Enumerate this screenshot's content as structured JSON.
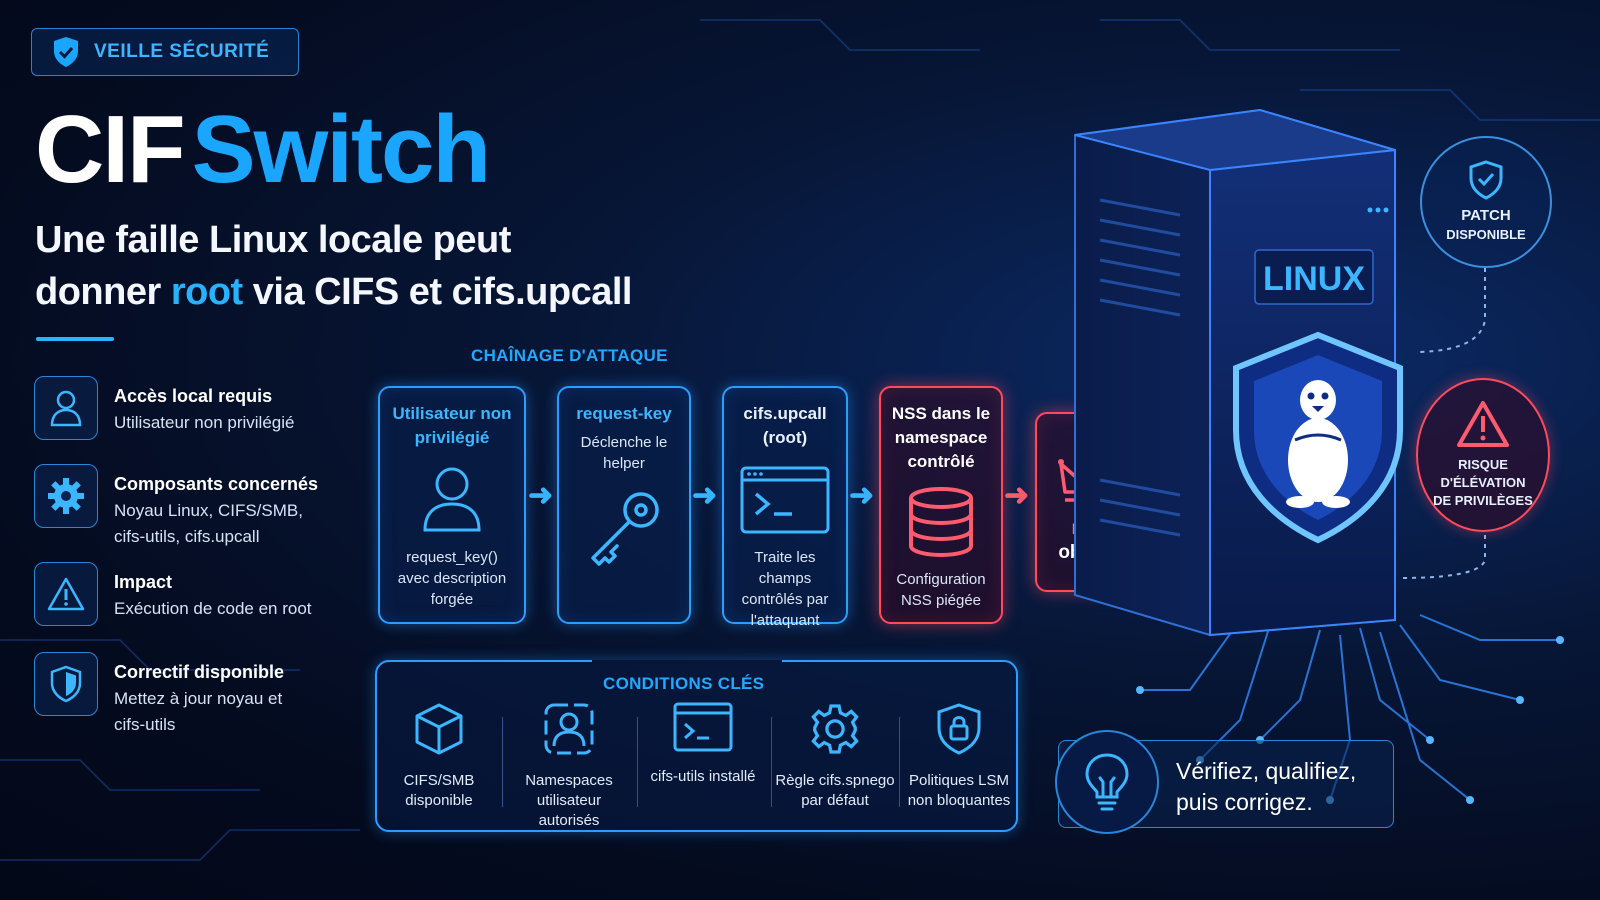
{
  "badge": {
    "icon": "shield-check-icon",
    "label": "VEILLE SÉCURITÉ"
  },
  "title": {
    "part1": "CIF",
    "part2": "Switch"
  },
  "subtitle": {
    "line1": "Une faille Linux locale peut",
    "line2_pre": "donner ",
    "line2_hl": "root",
    "line2_post": " via CIFS et cifs.upcall"
  },
  "features": [
    {
      "icon": "user-icon",
      "title": "Accès local requis",
      "desc": "Utilisateur non privilégié"
    },
    {
      "icon": "gear-icon",
      "title": "Composants concernés",
      "desc": "Noyau Linux, CIFS/SMB, cifs-utils, cifs.upcall"
    },
    {
      "icon": "warning-icon",
      "title": "Impact",
      "desc": "Exécution de code en root"
    },
    {
      "icon": "shield-icon",
      "title": "Correctif disponible",
      "desc": "Mettez à jour noyau et cifs-utils"
    }
  ],
  "chain": {
    "label": "CHAÎNAGE D'ATTAQUE",
    "steps": [
      {
        "title": "Utilisateur non privilégié",
        "icon": "user-icon",
        "desc": "request_key() avec description forgée"
      },
      {
        "title": "request-key",
        "sub": "Déclenche le helper",
        "icon": "key-icon"
      },
      {
        "title": "cifs.upcall (root)",
        "icon": "terminal-icon",
        "desc": "Traite les champs contrôlés par l'attaquant"
      },
      {
        "title": "NSS dans le namespace contrôlé",
        "icon": "database-icon",
        "desc": "Configuration NSS piégée"
      },
      {
        "icon": "crown-icon",
        "line1": "root",
        "line2": "obtenu"
      }
    ]
  },
  "conditions": {
    "label": "CONDITIONS CLÉS",
    "items": [
      {
        "icon": "cube-icon",
        "label": "CIFS/SMB disponible"
      },
      {
        "icon": "user-frame-icon",
        "label": "Namespaces utilisateur autorisés"
      },
      {
        "icon": "terminal-icon",
        "label": "cifs-utils installé"
      },
      {
        "icon": "gear-icon",
        "label": "Règle cifs.spnego par défaut"
      },
      {
        "icon": "shield-lock-icon",
        "label": "Politiques LSM non bloquantes"
      }
    ]
  },
  "server": {
    "label": "LINUX",
    "icon": "tux-shield-icon"
  },
  "patch": {
    "icon": "shield-check-icon",
    "line1": "PATCH",
    "line2": "DISPONIBLE"
  },
  "risk": {
    "icon": "warning-icon",
    "line1": "RISQUE",
    "line2": "D'ÉLÉVATION",
    "line3": "DE PRIVILÈGES"
  },
  "tip": {
    "icon": "lightbulb-icon",
    "text": "Vérifiez, qualifiez, puis corrigez."
  },
  "colors": {
    "accent": "#1aa6ff",
    "danger": "#ff4a5e",
    "background": "#040b1f"
  }
}
